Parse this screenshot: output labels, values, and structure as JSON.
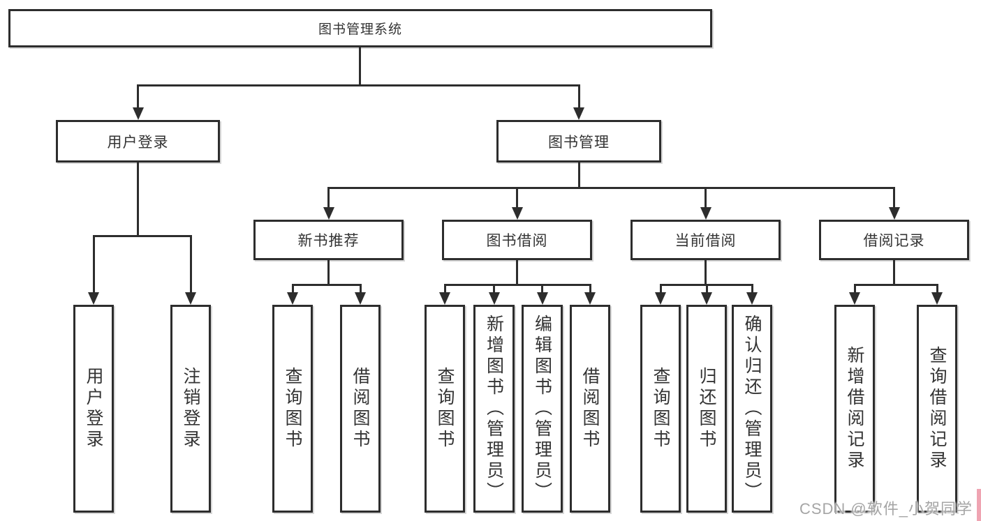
{
  "diagram": {
    "root": {
      "label": "图书管理系统"
    },
    "branches": [
      {
        "label": "用户登录",
        "children": [
          "用户登录",
          "注销登录"
        ]
      },
      {
        "label": "图书管理",
        "groups": [
          {
            "label": "新书推荐",
            "children": [
              "查询图书",
              "借阅图书"
            ]
          },
          {
            "label": "图书借阅",
            "children": [
              "查询图书",
              "新增图书（管理员）",
              "编辑图书（管理员）",
              "借阅图书"
            ]
          },
          {
            "label": "当前借阅",
            "children": [
              "查询图书",
              "归还图书",
              "确认归还（管理员）"
            ]
          },
          {
            "label": "借阅记录",
            "children": [
              "新增借阅记录",
              "查询借阅记录"
            ]
          }
        ]
      }
    ]
  },
  "watermark": {
    "text": "CSDN @软件_小贺同学"
  },
  "colors": {
    "line": "#2d2d2d",
    "text": "#333333",
    "background": "#ffffff",
    "watermark_text": "#a5a5a5",
    "watermark_accent": "#efa4b2"
  }
}
